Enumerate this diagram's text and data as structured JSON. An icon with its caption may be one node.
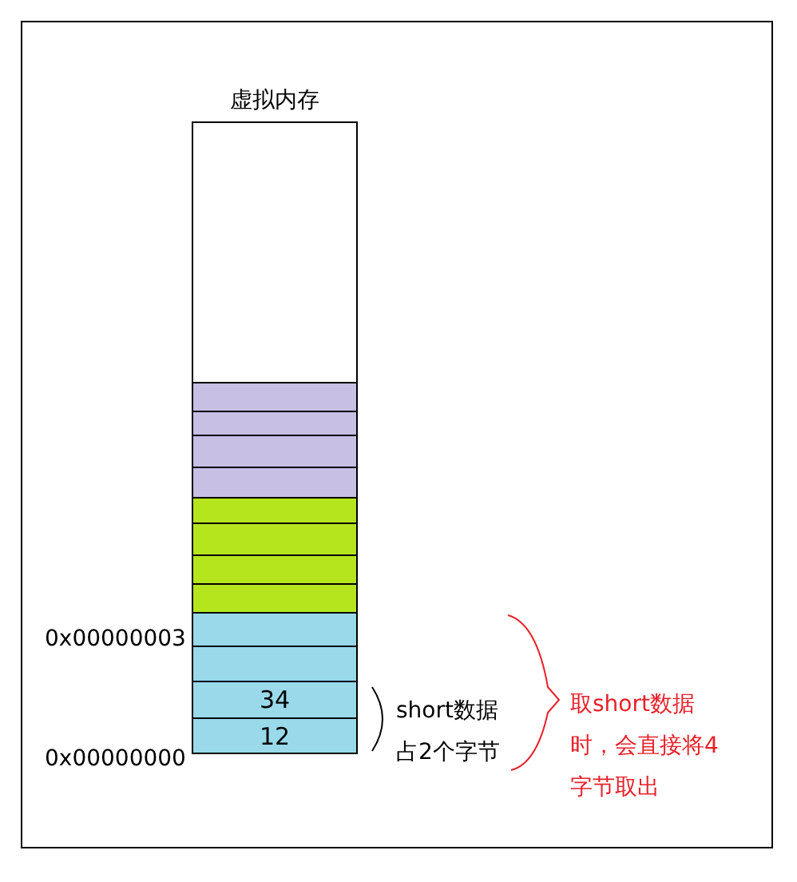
{
  "diagram": {
    "nodes": [
      {
        "text": [
          "虚拟内存"
        ]
      },
      {
        "text": [],
        "shape": "box",
        "in": 0
      },
      {
        "text": [],
        "shape": "box",
        "in": 0
      },
      {
        "text": [],
        "shape": "box",
        "in": 0
      },
      {
        "text": [],
        "shape": "box",
        "in": 0
      },
      {
        "text": [],
        "shape": "box",
        "in": 0
      },
      {
        "text": [],
        "shape": "box",
        "in": 0
      },
      {
        "text": [],
        "shape": "box",
        "in": 0
      },
      {
        "text": [],
        "shape": "box",
        "in": 0
      },
      {
        "text": [],
        "shape": "box",
        "in": 0
      },
      {
        "text": [],
        "shape": "box",
        "in": 0
      },
      {
        "text": [],
        "shape": "box",
        "in": 0
      },
      {
        "text": [
          "34"
        ],
        "in": 0
      },
      {
        "text": [
          "12"
        ],
        "in": 0
      }
    ],
    "edges": [],
    "labels": [
      "0x00000003",
      "0x00000000",
      "short数据占2个字节",
      "取short数据时，会直接将4字节取出"
    ]
  }
}
